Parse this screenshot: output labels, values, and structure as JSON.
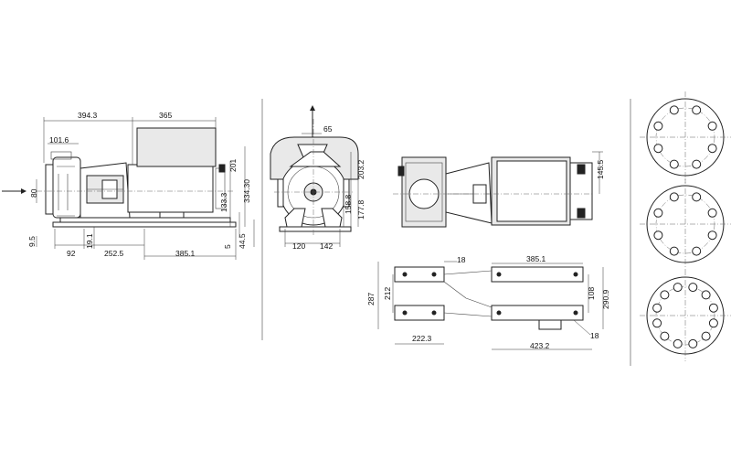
{
  "side_view": {
    "dims": {
      "d1": "394.3",
      "d2": "365",
      "d3": "101.6",
      "d4": "80",
      "d5": "9.5",
      "d6": "92",
      "d7": "19.1",
      "d8": "252.5",
      "d9": "385.1",
      "d10": "201",
      "d11": "334.30",
      "d12": "133.3",
      "d13": "44.5",
      "d14": "5"
    }
  },
  "front_view": {
    "dims": {
      "d1": "65",
      "d2": "203.2",
      "d3": "158.8",
      "d4": "177.8",
      "d5": "120",
      "d6": "142"
    }
  },
  "top_view": {
    "dims": {
      "d1": "145.5"
    }
  },
  "base_view": {
    "dims": {
      "d1": "18",
      "d2": "385.1",
      "d3": "212",
      "d4": "287",
      "d5": "108",
      "d6": "290.9",
      "d7": "222.3",
      "d8": "423.2",
      "d9": "18"
    }
  },
  "flanges": {
    "bolt_counts": [
      8,
      8,
      12
    ]
  }
}
